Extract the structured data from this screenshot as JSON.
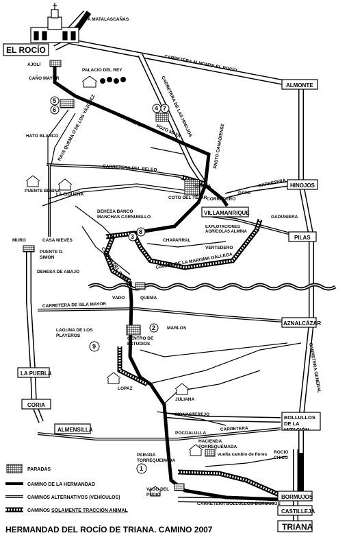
{
  "title": "HERMANDAD DEL ROCÍO DE TRIANA. CAMINO 2007",
  "towns": {
    "el_rocio": "EL ROCÍO",
    "almonte": "ALMONTE",
    "hinojos": "HINOJOS",
    "villamanrique": "VILLAMANRIQUE",
    "pilas": "PILAS",
    "aznalcazar": "AZNALCÁZAR",
    "la_puebla": "LA PUEBLA",
    "coria": "CORIA",
    "almensilla": "ALMENSILLA",
    "bollullos": "BOLLULLOS DE LA MITACIÓN",
    "bormujos": "BORMUJOS",
    "castilleja": "CASTILLEJA",
    "triana": "TRIANA"
  },
  "labels": {
    "matalascanas": "A MATALASCAÑAS",
    "ajoli": "AJOLÍ",
    "cano_mayor": "CAÑO MAYOR",
    "palacio": "PALACIO DEL REY",
    "ctra_almonte_rocio": "CARRETERA ALMONTE-EL ROCÍO",
    "ctra_hinojos": "CARRETERA DE LAS HINOJOS",
    "raya_real": "RAYA REAL",
    "pozo_maya": "POZO MAYA",
    "hato_blanco": "HATO BLANCO",
    "raya_quema": "RAYA QUEMA O DE LOS VÁZQUEZ",
    "ctra_del_rocio": "CARRETERA DEL RELEO",
    "pasto_canadiense": "PASTO CANADIENSE",
    "ctra_hinojos_short": "CARRETERA",
    "gato": "GATO",
    "puente_ajoli": "PUENTE BESINA",
    "la_ciguena": "LA CIGÜEÑA",
    "coto_tejar": "COTO DEL TEJAR",
    "corredero": "CORREDERO",
    "quema_label": "QUEMA",
    "dehesa_banco": "DEHESA BANCO MANCHAS CARNUBILLO",
    "zona_agri": "EXPLOTACIONES AGRÍCOLAS ALMINA",
    "gaduniera": "GADUNIERA",
    "muro": "MURO",
    "casa_nieves": "CASA NIEVES",
    "puente_simon": "PUENTE D. SIMÓN",
    "dehesa_abajo": "DEHESA DE ABAJO",
    "chaparral": "CHAPARRAL",
    "vertedero": "VERTEDERO",
    "camino_marisma": "CAMINO DE LA MARISMA GALLEGA",
    "camino_cortaje": "CAMINO DEL CORTAJE",
    "vado": "VADO",
    "quema": "QUEMA",
    "ctra_isla_mayor": "CARRETERA DE ISLA MAYOR",
    "laguna": "LAGUNA DE LOS PLAYEROS",
    "centro_estudios": "CENTRO DE ESTUDIOS",
    "marlos": "MARLOS",
    "ctra_general": "CARRETERA GENERAL",
    "lopaz": "LOPAZ",
    "juliana": "JULIANA",
    "monasterejo": "MONASTEREJO",
    "pocoalulla": "POCOALULLA",
    "carretera": "CARRETERA",
    "hacienda": "HACIENDA TORREQUEMADA",
    "cambio_flores": "vuelta cambio de flores",
    "rocio_chico": "ROCÍO CHICO",
    "parada_torre": "PARADA TORREQUEMADA",
    "vado_pudio": "VADO DEL PUDIO",
    "ctra_bormujos": "CARRETERA BOLLULLOS-BORMUJOS"
  },
  "stops": [
    "1",
    "2",
    "3",
    "4",
    "5",
    "6",
    "7",
    "8",
    "9"
  ],
  "legend": {
    "paradas": "PARADAS",
    "camino_hermandad": "CAMINO DE LA HERMANDAD",
    "caminos_alt": "CAMINOS ALTERNATIVOS (VEHÍCULOS)",
    "caminos_animal_prefix": "CAMINOS ",
    "caminos_animal_underlined": "SOLAMENTE TRACCIÓN ANIMAL"
  },
  "icons": {
    "church": "church-icon",
    "house": "house-icon",
    "parada": "parada-hatched-square",
    "river": "river-wave"
  }
}
